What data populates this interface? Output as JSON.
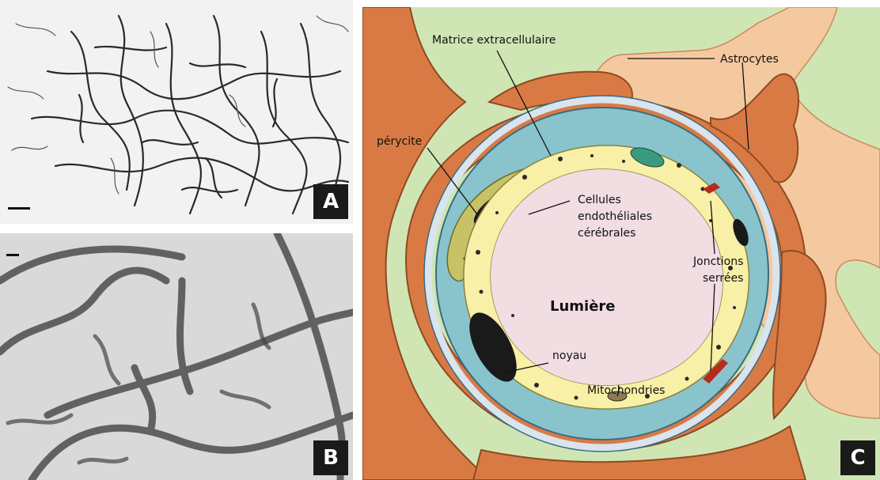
{
  "panels": {
    "a": {
      "letter": "A"
    },
    "b": {
      "letter": "B"
    },
    "c": {
      "letter": "C",
      "labels": {
        "matrix": "Matrice extracellulaire",
        "astrocytes": "Astrocytes",
        "pericyte": "pérycite",
        "endothelial_1": "Cellules",
        "endothelial_2": "endothéliales",
        "endothelial_3": "cérébrales",
        "junctions_1": "Jonctions",
        "junctions_2": "serrées",
        "lumen": "Lumière",
        "nucleus": "noyau",
        "mitochondria": "Mitochondries"
      }
    }
  },
  "colors": {
    "extracellular_bg": "#cfe6b4",
    "astrocyte_foot": "#d97a45",
    "astrocyte_light": "#f5c9a0",
    "basal_matrix": "#89c4cc",
    "basal_membrane": "#d8e4ee",
    "endothelium": "#f7f0a6",
    "lumen": "#f1dde2",
    "pericyte": "#c7c266",
    "nucleus": "#1a1a1a",
    "tight_junction": "#b82a1a"
  }
}
